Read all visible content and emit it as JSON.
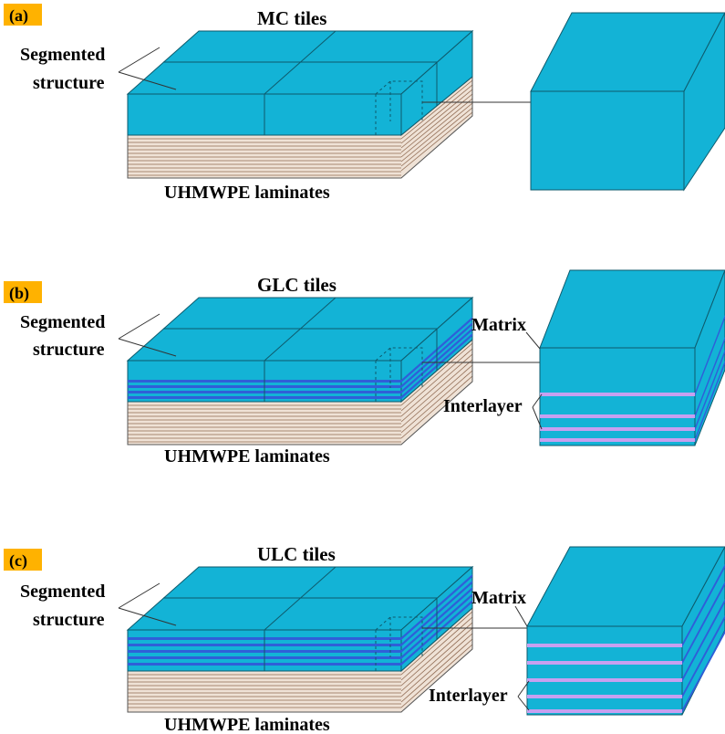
{
  "colors": {
    "tile": "#13b3d6",
    "tile_edge": "#0e5a6c",
    "interlayer": "#2f5fd8",
    "interlayer_highlight": "#c7a0f0",
    "laminate_fill": "#efe2d6",
    "laminate_line": "#8f6a52",
    "badge": "#ffb200"
  },
  "panels": [
    {
      "id": "a",
      "badge": "(a)",
      "title": "MC  tiles",
      "left_label_line1": "Segmented",
      "left_label_line2": "structure",
      "bottom_label": "UHMWPE laminates",
      "tile_type": "monolithic",
      "interlayer_count": 0
    },
    {
      "id": "b",
      "badge": "(b)",
      "title": "GLC  tiles",
      "left_label_line1": "Segmented",
      "left_label_line2": "structure",
      "bottom_label": "UHMWPE laminates",
      "matrix_label": "Matrix",
      "interlayer_label": "Interlayer",
      "tile_type": "graded-layered",
      "interlayer_count": 4
    },
    {
      "id": "c",
      "badge": "(c)",
      "title": "ULC  tiles",
      "left_label_line1": "Segmented",
      "left_label_line2": "structure",
      "bottom_label": "UHMWPE laminates",
      "matrix_label": "Matrix",
      "interlayer_label": "Interlayer",
      "tile_type": "uniform-layered",
      "interlayer_count": 5
    }
  ]
}
